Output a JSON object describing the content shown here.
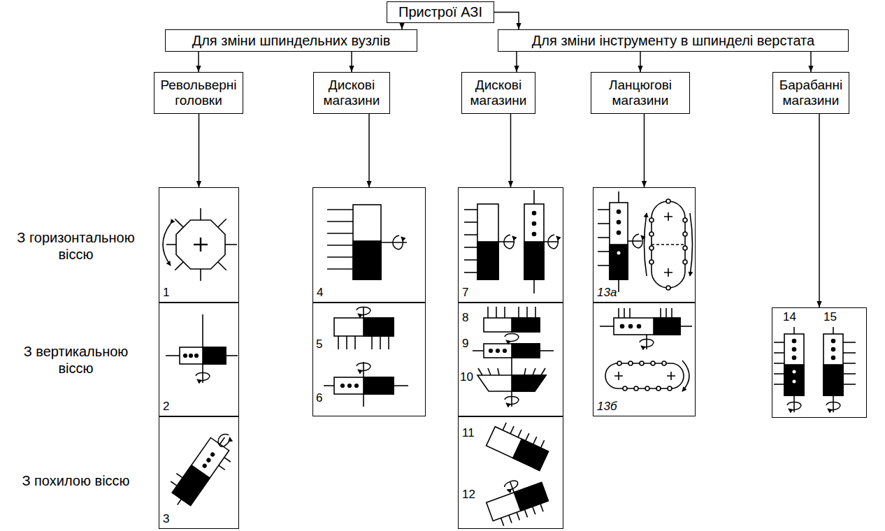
{
  "diagram": {
    "nodes": [
      {
        "text": [
          "Пристрої АЗІ"
        ]
      },
      {
        "text": [
          "Для зміни шпиндельних вузлів"
        ]
      },
      {
        "text": [
          "Для зміни інструменту в шпинделі верстата"
        ]
      },
      {
        "text": [
          "Револьверні головки"
        ]
      },
      {
        "text": [
          "Дискові магазини"
        ]
      },
      {
        "text": [
          "Дискові магазини"
        ]
      },
      {
        "text": [
          "Ланцюгові магазини"
        ]
      },
      {
        "text": [
          "Барабанні магазини"
        ]
      },
      {
        "text": [
          "1"
        ]
      },
      {
        "text": [
          "4"
        ]
      },
      {
        "text": [
          "7"
        ]
      },
      {
        "text": [
          "13а"
        ]
      },
      {
        "text": [
          "2"
        ]
      },
      {
        "text": [
          "5",
          "6"
        ]
      },
      {
        "text": [
          "8",
          "9",
          "10"
        ]
      },
      {
        "text": [
          "13б"
        ]
      },
      {
        "text": [
          "14",
          "15"
        ]
      },
      {
        "text": [
          "3"
        ]
      },
      {
        "text": [
          "11",
          "12"
        ]
      }
    ],
    "edges": [
      {
        "from": 0,
        "to": 1,
        "arrow": "to"
      },
      {
        "from": 0,
        "to": 2,
        "arrow": "to"
      },
      {
        "from": 1,
        "to": 3,
        "arrow": "to"
      },
      {
        "from": 1,
        "to": 4,
        "arrow": "to"
      },
      {
        "from": 2,
        "to": 5,
        "arrow": "to"
      },
      {
        "from": 2,
        "to": 6,
        "arrow": "to"
      },
      {
        "from": 2,
        "to": 7,
        "arrow": "to"
      },
      {
        "from": 3,
        "to": 8,
        "arrow": "to"
      },
      {
        "from": 4,
        "to": 9,
        "arrow": "to"
      },
      {
        "from": 5,
        "to": 10,
        "arrow": "to"
      },
      {
        "from": 6,
        "to": 11,
        "arrow": "to"
      },
      {
        "from": 7,
        "to": 16,
        "arrow": "to"
      }
    ],
    "labels": [
      "З горизонтальною віссю",
      "З вертикальною віссю",
      "З похилою віссю"
    ]
  }
}
